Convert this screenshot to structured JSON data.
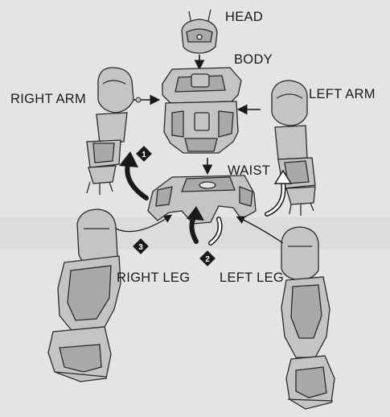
{
  "labels": {
    "head": "HEAD",
    "body": "BODY",
    "right_arm": "RIGHT ARM",
    "left_arm": "LEFT ARM",
    "waist": "WAIST",
    "right_leg": "RIGHT LEG",
    "left_leg": "LEFT LEG"
  },
  "steps": {
    "one": "1",
    "two": "2",
    "three": "3"
  },
  "colors": {
    "background": "#e4e4e4",
    "part_fill": "#c4c4c4",
    "part_shade": "#a9a9a9",
    "outline": "#2a2a2a",
    "arrow": "#1a1a1a"
  }
}
